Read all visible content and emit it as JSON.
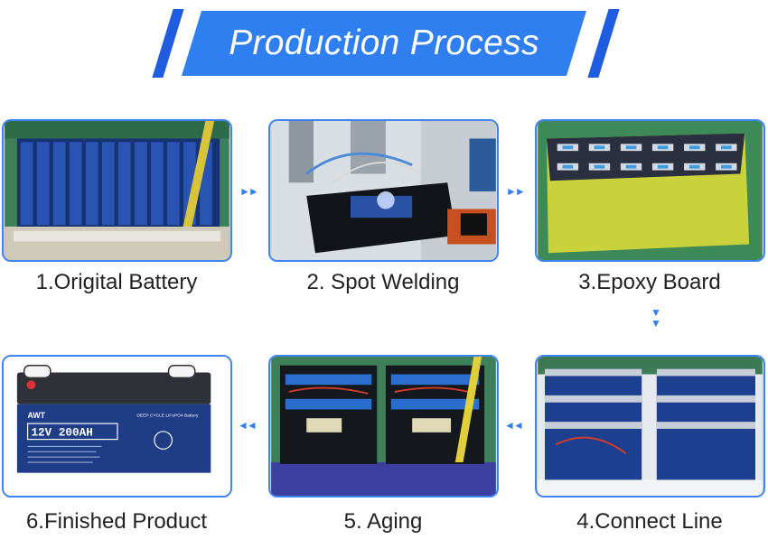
{
  "title": "Production Process",
  "steps": [
    {
      "label": "1.Origital Battery",
      "icon": "battery-cells-photo"
    },
    {
      "label": "2. Spot Welding",
      "icon": "spot-welding-photo"
    },
    {
      "label": "3.Epoxy Board",
      "icon": "epoxy-board-photo"
    },
    {
      "label": "4.Connect Line",
      "icon": "connect-line-photo"
    },
    {
      "label": "5. Aging",
      "icon": "aging-photo"
    },
    {
      "label": "6.Finished Product",
      "icon": "finished-product-photo"
    }
  ],
  "product": {
    "brand": "AWT",
    "model": "12V 200AH",
    "subtitle": "DEEP CYCLE LiFePO4 Battery"
  },
  "colors": {
    "accent": "#2f7ff0",
    "stripe": "#1f5ce0",
    "frame": "#3f84f0"
  }
}
